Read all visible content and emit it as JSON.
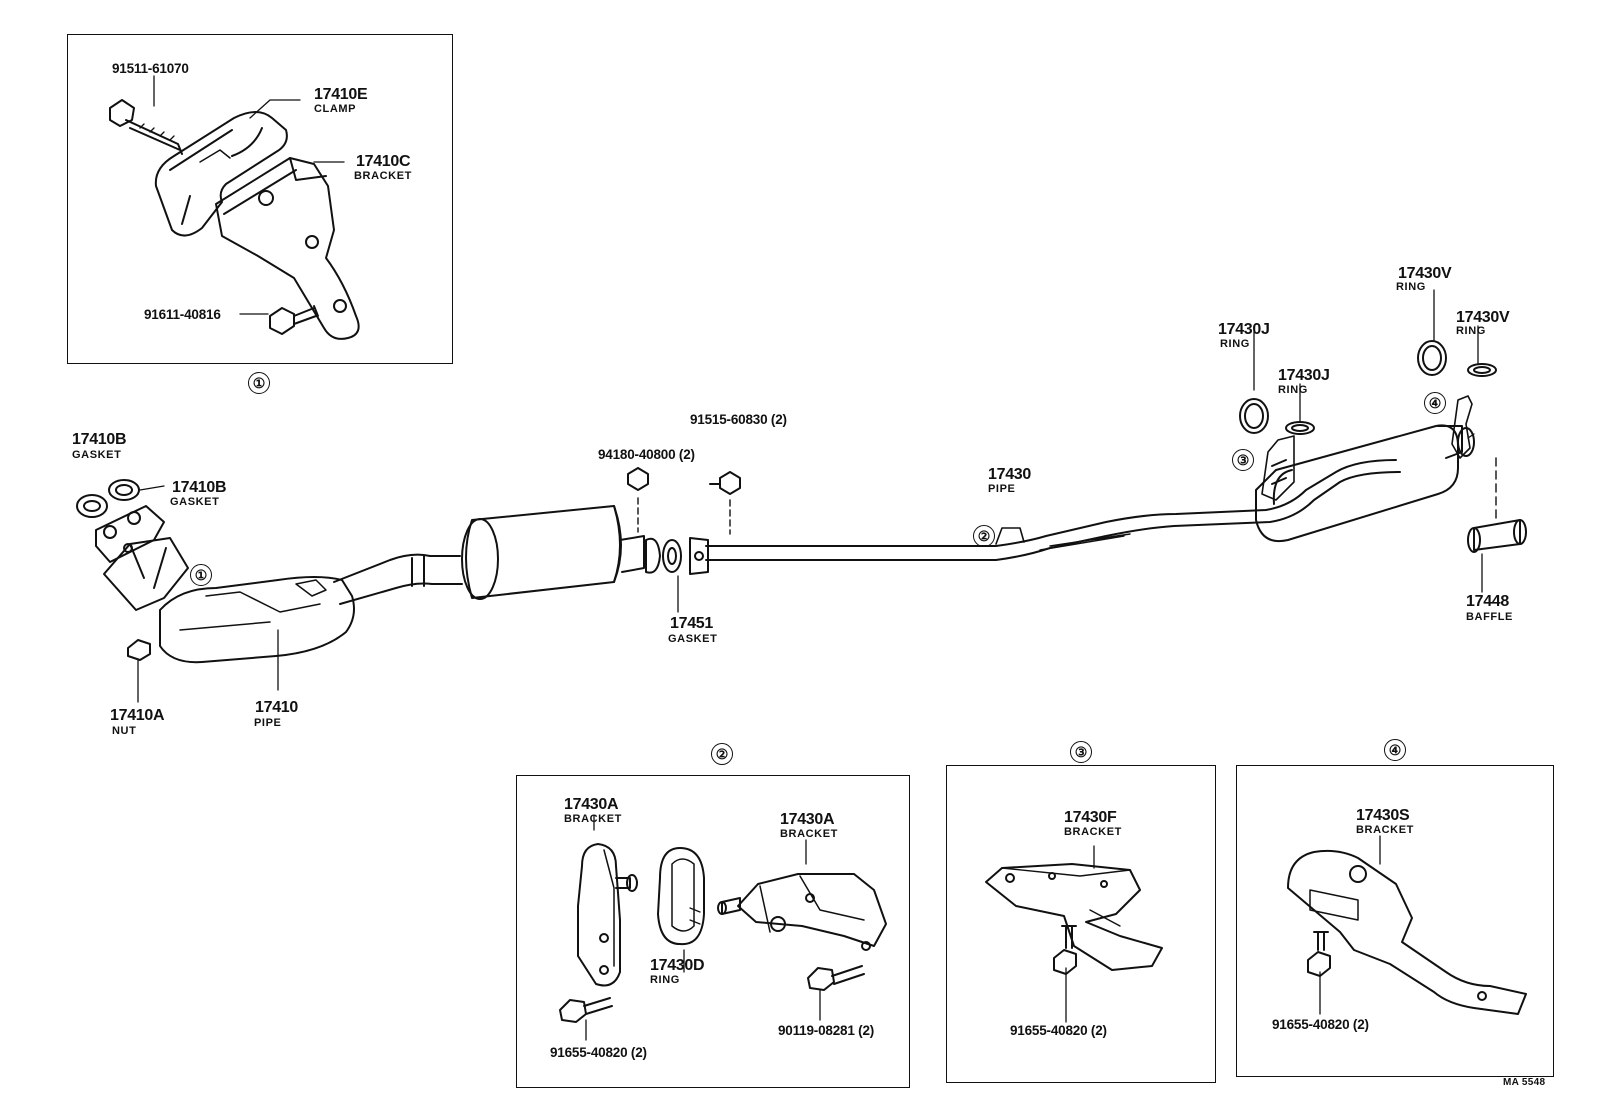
{
  "parts": {
    "p91511": "91511-61070",
    "p17410E": "17410E",
    "clamp": "CLAMP",
    "p17410C": "17410C",
    "bracket_c": "BRACKET",
    "p91611": "91611-40816",
    "p17410B_1": "17410B",
    "gasket_b1": "GASKET",
    "p17410B_2": "17410B",
    "gasket_b2": "GASKET",
    "p17410A": "17410A",
    "nut": "NUT",
    "p17410": "17410",
    "pipe_1": "PIPE",
    "p94180": "94180-40800 (2)",
    "p91515": "91515-60830 (2)",
    "p17451": "17451",
    "gasket_451": "GASKET",
    "p17430": "17430",
    "pipe_2": "PIPE",
    "p17430J_1": "17430J",
    "ring_j1": "RING",
    "p17430J_2": "17430J",
    "ring_j2": "RING",
    "p17430V_1": "17430V",
    "ring_v1": "RING",
    "p17430V_2": "17430V",
    "ring_v2": "RING",
    "p17448": "17448",
    "baffle": "BAFFLE",
    "p17430A_1": "17430A",
    "bracket_a1": "BRACKET",
    "p17430A_2": "17430A",
    "bracket_a2": "BRACKET",
    "p17430D": "17430D",
    "ring_d": "RING",
    "p90119": "90119-08281 (2)",
    "p91655_a": "91655-40820 (2)",
    "p17430F": "17430F",
    "bracket_f": "BRACKET",
    "p91655_b": "91655-40820 (2)",
    "p17430S": "17430S",
    "bracket_s": "BRACKET",
    "p91655_c": "91655-40820 (2)"
  },
  "callouts": {
    "c1": "①",
    "c2": "②",
    "c3": "③",
    "c4": "④"
  },
  "ref": "MA 5548"
}
